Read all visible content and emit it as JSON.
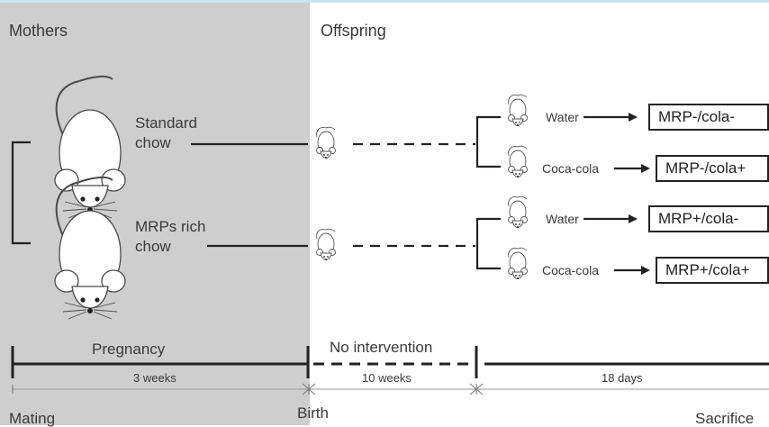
{
  "headers": {
    "mothers": "Mothers",
    "offspring": "Offspring"
  },
  "diets": [
    {
      "label": "Standard\nchow"
    },
    {
      "label": "MRPs rich\nchow"
    }
  ],
  "drinks": [
    "Water",
    "Coca-cola",
    "Water",
    "Coca-cola"
  ],
  "groups": [
    "MRP-/cola-",
    "MRP-/cola+",
    "MRP+/cola-",
    "MRP+/cola+"
  ],
  "phases": {
    "pregnancy": "Pregnancy",
    "no_intervention": "No intervention"
  },
  "durations": {
    "pregnancy": "3 weeks",
    "no_intervention": "10 weeks",
    "drink": "18 days"
  },
  "timepoints": {
    "mating": "Mating",
    "birth": "Birth",
    "sacrifice": "Sacrifice"
  },
  "colors": {
    "mothers_panel": "#cecece",
    "line": "#222222",
    "text": "#3a3a3a"
  }
}
